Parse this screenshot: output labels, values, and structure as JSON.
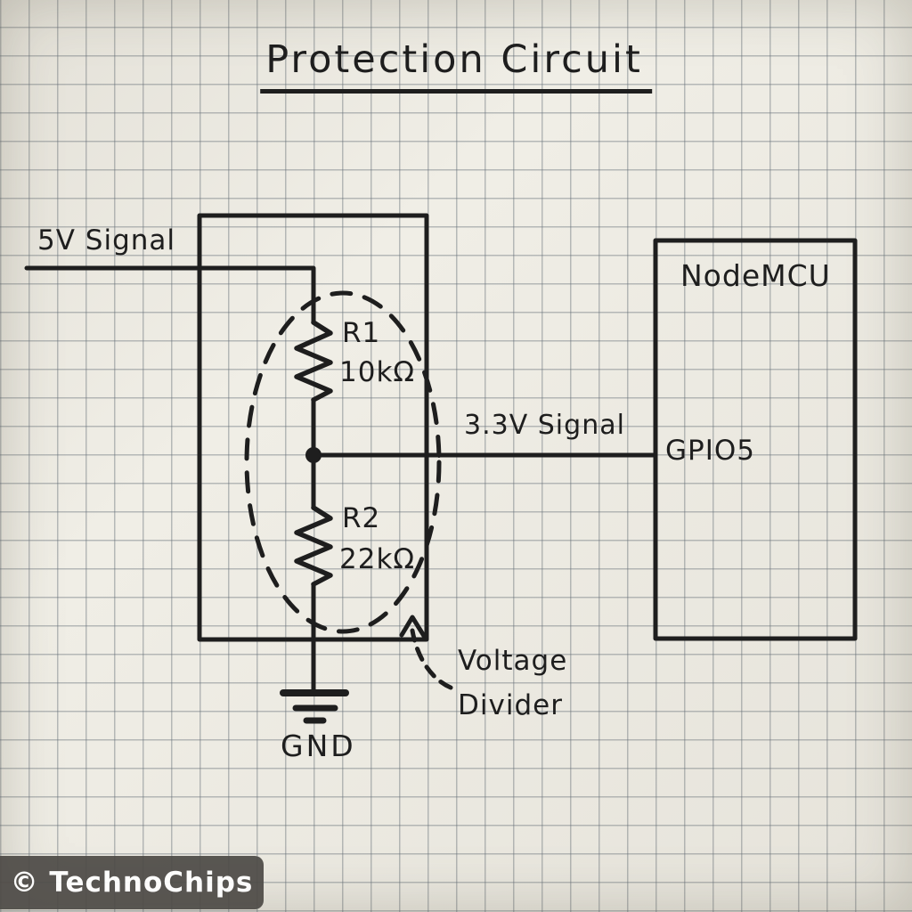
{
  "diagram": {
    "title": "Protection Circuit",
    "input": {
      "label": "5V Signal"
    },
    "output": {
      "label": "3.3V Signal"
    },
    "components": {
      "r1": {
        "name": "R1",
        "value": "10kΩ"
      },
      "r2": {
        "name": "R2",
        "value": "22kΩ"
      },
      "mcu": {
        "name": "NodeMCU",
        "pin": "GPIO5"
      },
      "ground": {
        "label": "GND"
      }
    },
    "annotation": {
      "line1": "Voltage",
      "line2": "Divider"
    }
  },
  "watermark": {
    "text": "© TechnoChips"
  },
  "colors": {
    "ink": "#1e1e1e",
    "paper": "#f0eee6",
    "grid": "#8f949b",
    "watermark_bg": "#4e4b47",
    "watermark_text": "#ffffff"
  }
}
